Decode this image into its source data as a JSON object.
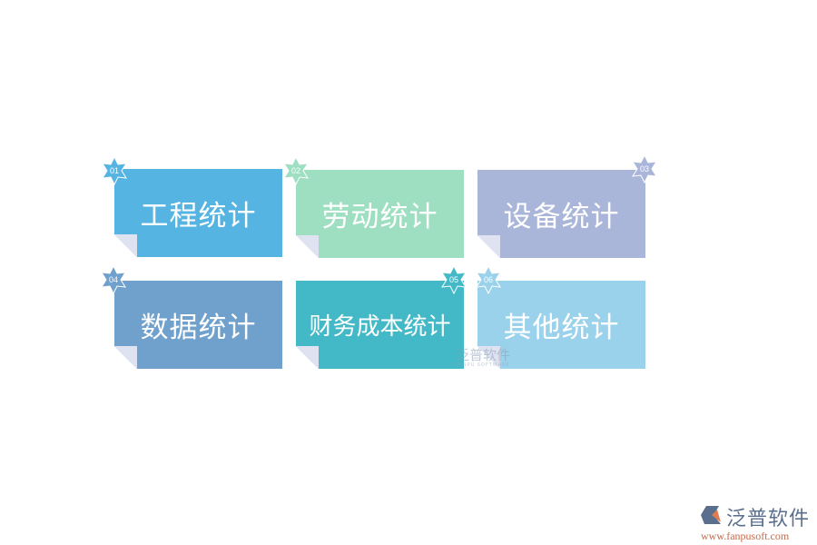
{
  "cards": [
    {
      "num": "01",
      "label": "工程统计",
      "color": "#56b4e2"
    },
    {
      "num": "02",
      "label": "劳动统计",
      "color": "#9ddfc0"
    },
    {
      "num": "03",
      "label": "设备统计",
      "color": "#aab5da"
    },
    {
      "num": "04",
      "label": "数据统计",
      "color": "#6fa1cc"
    },
    {
      "num": "05",
      "label": "财务成本统计",
      "color": "#43b9c8"
    },
    {
      "num": "06",
      "label": "其他统计",
      "color": "#9ad2ec"
    }
  ],
  "watermark": {
    "name": "泛普软件",
    "sub": "FANPU SOFTWARE"
  },
  "logo": {
    "name": "泛普软件",
    "url": "www.fanpusoft.com"
  }
}
